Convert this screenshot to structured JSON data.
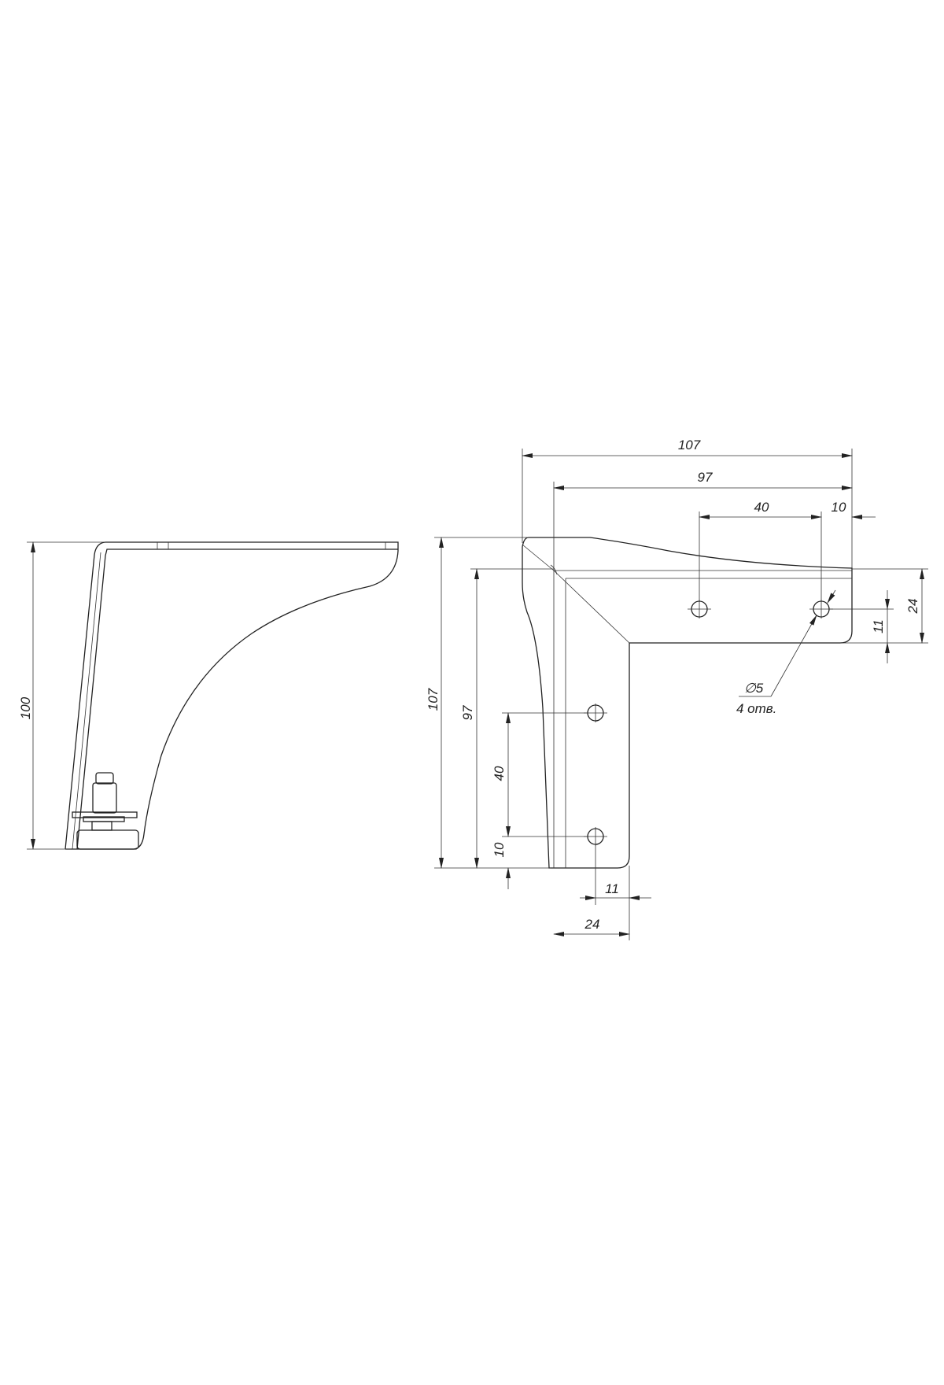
{
  "side_view": {
    "height_label": "100"
  },
  "front_view": {
    "overall_width": "107",
    "inner_width": "97",
    "hole_spacing_h": "40",
    "edge_offset_h": "10",
    "arm_width_h": "24",
    "hole_offset_h": "11",
    "overall_height": "107",
    "inner_height": "97",
    "hole_spacing_v": "40",
    "edge_offset_v": "10",
    "hole_offset_v": "11",
    "arm_width_v": "24",
    "hole_diameter": "∅5",
    "hole_count": "4 отв."
  },
  "colors": {
    "line": "#222222",
    "background": "#ffffff"
  }
}
